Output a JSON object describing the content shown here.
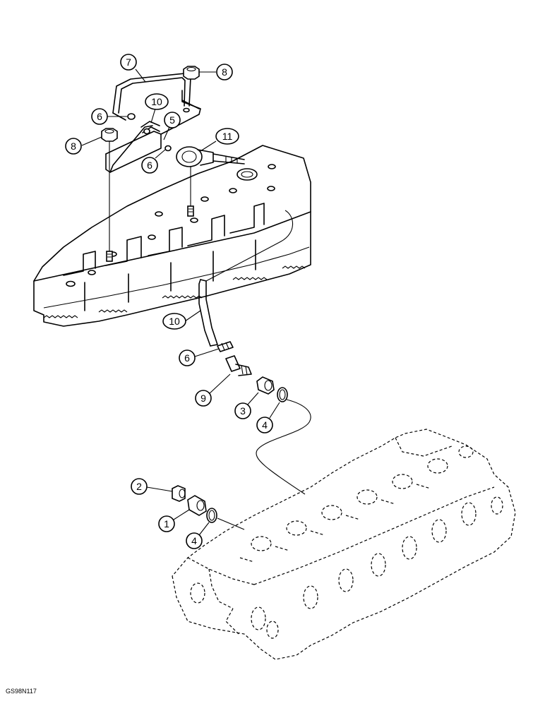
{
  "callouts": {
    "c7": "7",
    "c8_top": "8",
    "c6_a": "6",
    "c10_top": "10",
    "c5": "5",
    "c8_left": "8",
    "c6_b": "6",
    "c11": "11",
    "c10_hose": "10",
    "c6_c": "6",
    "c9": "9",
    "c3": "3",
    "c4_a": "4",
    "c2": "2",
    "c1": "1",
    "c4_b": "4"
  },
  "footer_code": "GS98N117"
}
